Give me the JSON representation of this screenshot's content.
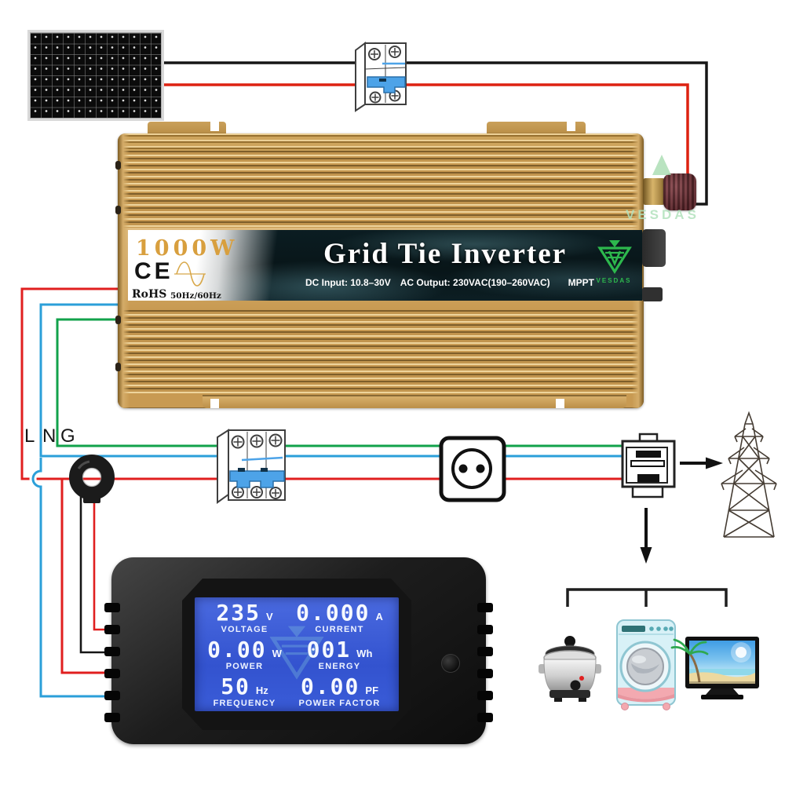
{
  "inverter": {
    "power_rating": "1000W",
    "title": "Grid Tie Inverter",
    "dc_input": "DC Input: 10.8–30V",
    "ac_output": "AC Output: 230VAC(190–260VAC)",
    "mppt": "MPPT",
    "ce_mark": "CE",
    "rohs": "RoHS",
    "frequency": "50Hz/60Hz",
    "brand": "VESDAS"
  },
  "wiring_labels": {
    "live": "L",
    "neutral": "N",
    "ground": "G"
  },
  "meter_display": {
    "rows": [
      {
        "left_value": "235",
        "left_unit": "V",
        "left_label": "VOLTAGE",
        "right_value": "0.000",
        "right_unit": "A",
        "right_label": "CURRENT"
      },
      {
        "left_value": "0.00",
        "left_unit": "W",
        "left_label": "POWER",
        "right_value": "001",
        "right_unit": "Wh",
        "right_label": "ENERGY"
      },
      {
        "left_value": "50",
        "left_unit": "Hz",
        "left_label": "FREQUENCY",
        "right_value": "0.00",
        "right_unit": "PF",
        "right_label": "POWER FACTOR"
      }
    ]
  },
  "watermark": {
    "brand": "VESDAS"
  },
  "colors": {
    "wire_live": "#e01f1f",
    "wire_neutral": "#2b9fd9",
    "wire_ground": "#12a24b",
    "wire_dc_negative": "#161616",
    "wire_dc_positive": "#dd2211",
    "inverter_gold": "#c89a52",
    "lcd_blue": "#3a5cd8",
    "brand_green": "#2db84d",
    "breaker_toggle_blue": "#4da3e8"
  },
  "icons": {
    "solar_panel": "black-grid-rect",
    "dc_breaker_2p": "white-box-blue-toggle",
    "ac_breaker_3p": "white-box-blue-toggle",
    "wall_socket": "circle-two-pin",
    "energy_meter": "box-with-bars",
    "grid_tower": "lattice-tower",
    "ct_clamp": "black-ring",
    "arrow_right": "→",
    "arrow_down": "↓",
    "distribution_bracket": "⊓",
    "rice_cooker": "pot",
    "washing_machine": "front-loader",
    "tv": "beach-screen",
    "sine_wave": "∿",
    "brand_logo": "green-double-triangle"
  }
}
